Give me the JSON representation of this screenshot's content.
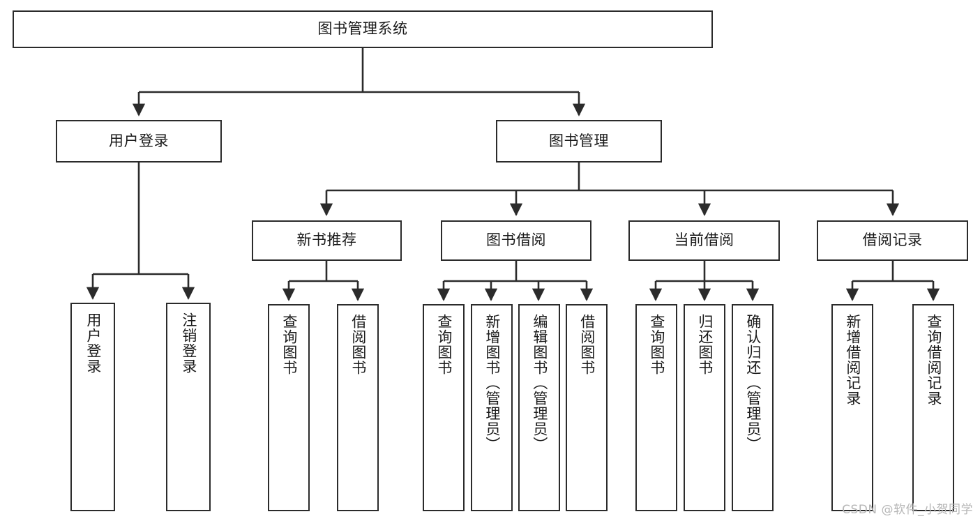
{
  "diagram": {
    "title": "图书管理系统",
    "type": "hierarchy-tree",
    "orientation": "top-down",
    "colors": {
      "box_border": "#2b2b2b",
      "box_fill": "#ffffff",
      "connector": "#2b2b2b",
      "text": "#1a1a1a",
      "watermark": "#b6b6b6",
      "background": "#ffffff"
    },
    "nodes": {
      "root": {
        "label": "图书管理系统"
      },
      "level2": [
        {
          "id": "user-login",
          "label": "用户登录"
        },
        {
          "id": "book-management",
          "label": "图书管理"
        }
      ],
      "level3": [
        {
          "id": "new-book-recommend",
          "label": "新书推荐"
        },
        {
          "id": "book-borrow",
          "label": "图书借阅"
        },
        {
          "id": "current-borrow",
          "label": "当前借阅"
        },
        {
          "id": "borrow-record",
          "label": "借阅记录"
        }
      ],
      "leaves": {
        "user-login": [
          {
            "id": "leaf-user-login",
            "label": "用户登录"
          },
          {
            "id": "leaf-user-logout",
            "label": "注销登录"
          }
        ],
        "new-book-recommend": [
          {
            "id": "leaf-query-book-1",
            "label": "查询图书"
          },
          {
            "id": "leaf-borrow-book-1",
            "label": "借阅图书"
          }
        ],
        "book-borrow": [
          {
            "id": "leaf-query-book-2",
            "label": "查询图书"
          },
          {
            "id": "leaf-add-book",
            "label": "新增图书（管理员）"
          },
          {
            "id": "leaf-edit-book",
            "label": "编辑图书（管理员）"
          },
          {
            "id": "leaf-borrow-book-2",
            "label": "借阅图书"
          }
        ],
        "current-borrow": [
          {
            "id": "leaf-query-book-3",
            "label": "查询图书"
          },
          {
            "id": "leaf-return-book",
            "label": "归还图书"
          },
          {
            "id": "leaf-confirm-return",
            "label": "确认归还（管理员）"
          }
        ],
        "borrow-record": [
          {
            "id": "leaf-add-record",
            "label": "新增借阅记录"
          },
          {
            "id": "leaf-query-record",
            "label": "查询借阅记录"
          }
        ]
      }
    },
    "watermark": "CSDN @软件_小贺同学"
  }
}
